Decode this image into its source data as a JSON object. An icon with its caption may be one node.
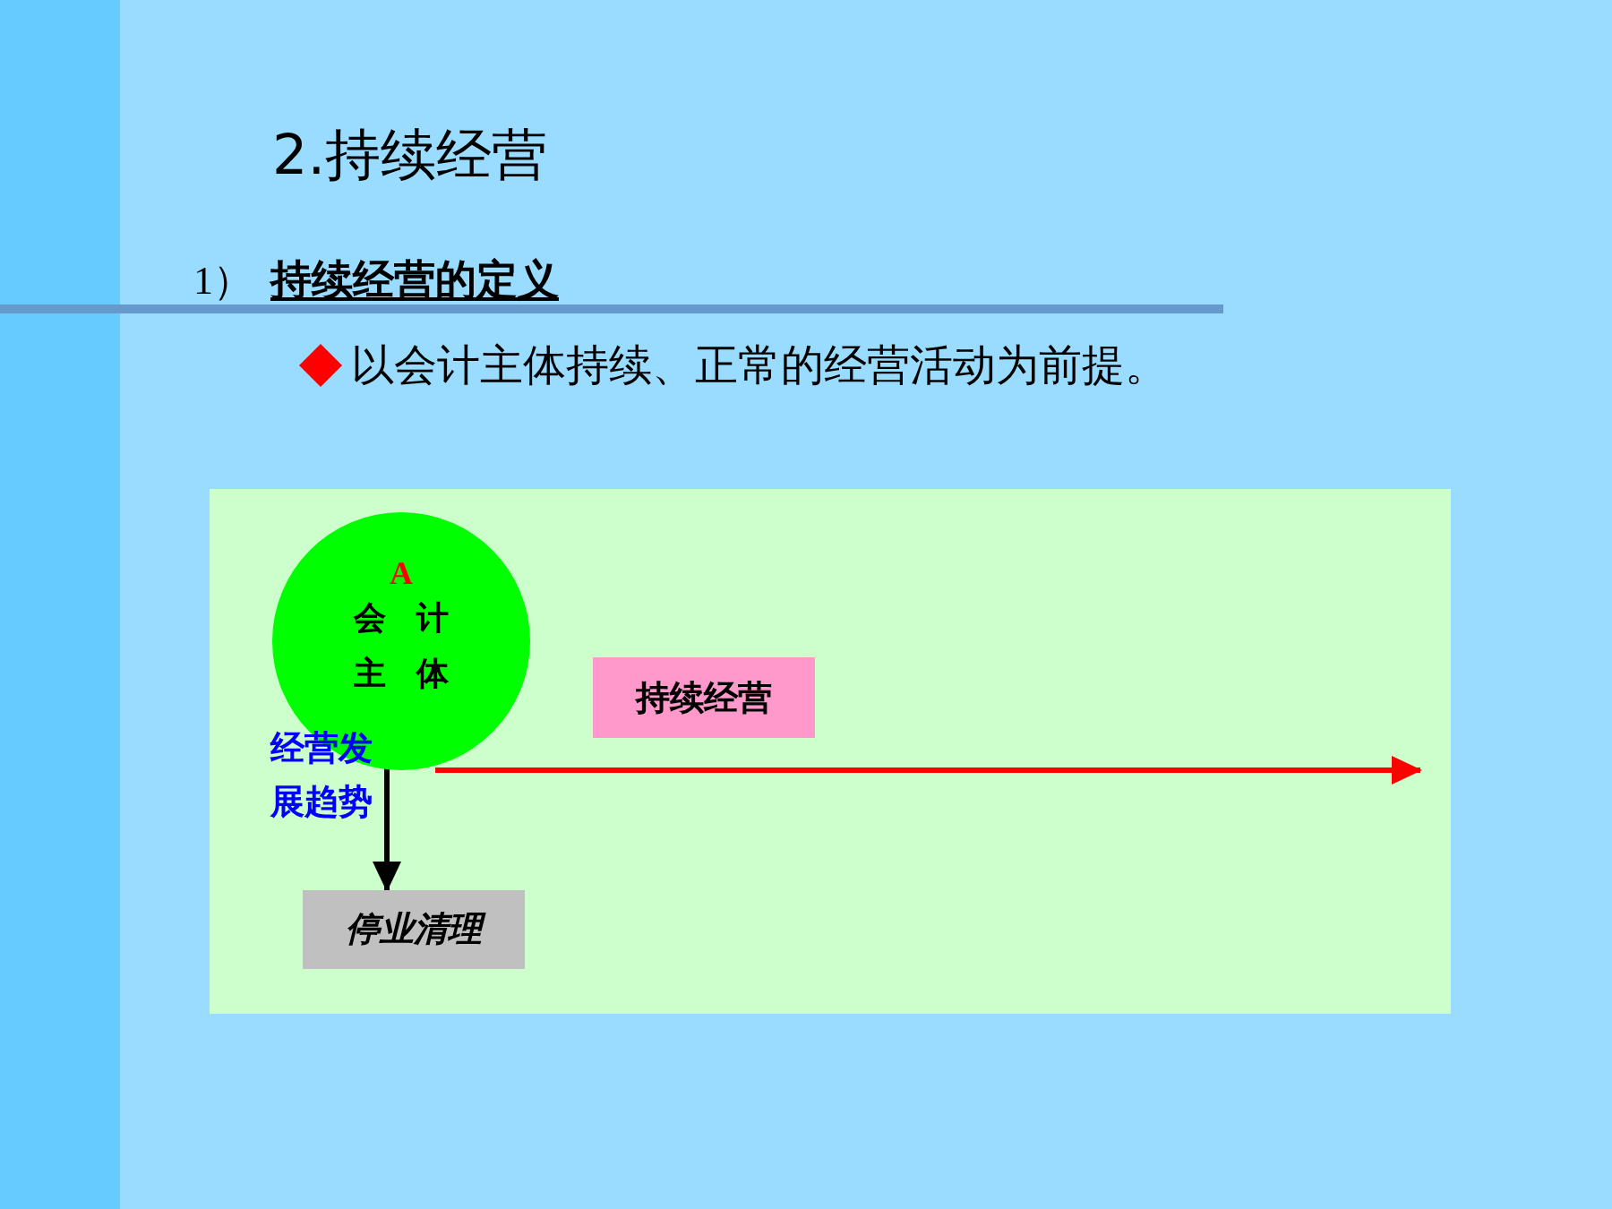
{
  "diagram": {
    "title": "2.持续经营",
    "nodes": [
      {
        "text": [
          "A",
          "会计主体"
        ]
      },
      {
        "text": [
          "持续经营"
        ]
      },
      {
        "text": [
          "停业清理"
        ]
      }
    ],
    "edges": [
      {
        "from": 0,
        "to": null,
        "arrow": "to",
        "color": "#ff0000"
      },
      {
        "from": 0,
        "to": 2,
        "arrow": "to",
        "color": "#000000"
      }
    ],
    "labels": [
      "1）",
      "持续经营的定义",
      "以会计主体持续、正常的经营活动为前提。",
      "经营发展趋势"
    ]
  }
}
